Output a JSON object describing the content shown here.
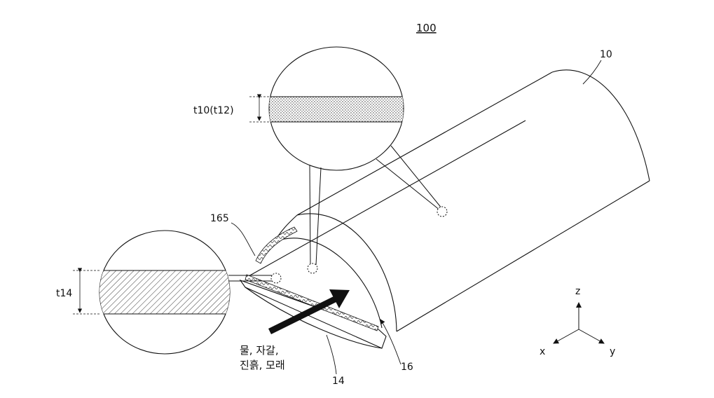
{
  "figure": {
    "figure_number": "100",
    "labels": {
      "tube": "10",
      "open_end": "16",
      "seam_strip": "165",
      "bottom_part": "14",
      "thickness_top": "t10(t12)",
      "thickness_bottom": "t14"
    },
    "flow_text": {
      "line1": "물, 자갈,",
      "line2": "진흙, 모래"
    },
    "axes": {
      "z": "z",
      "x": "x",
      "y": "y"
    }
  }
}
